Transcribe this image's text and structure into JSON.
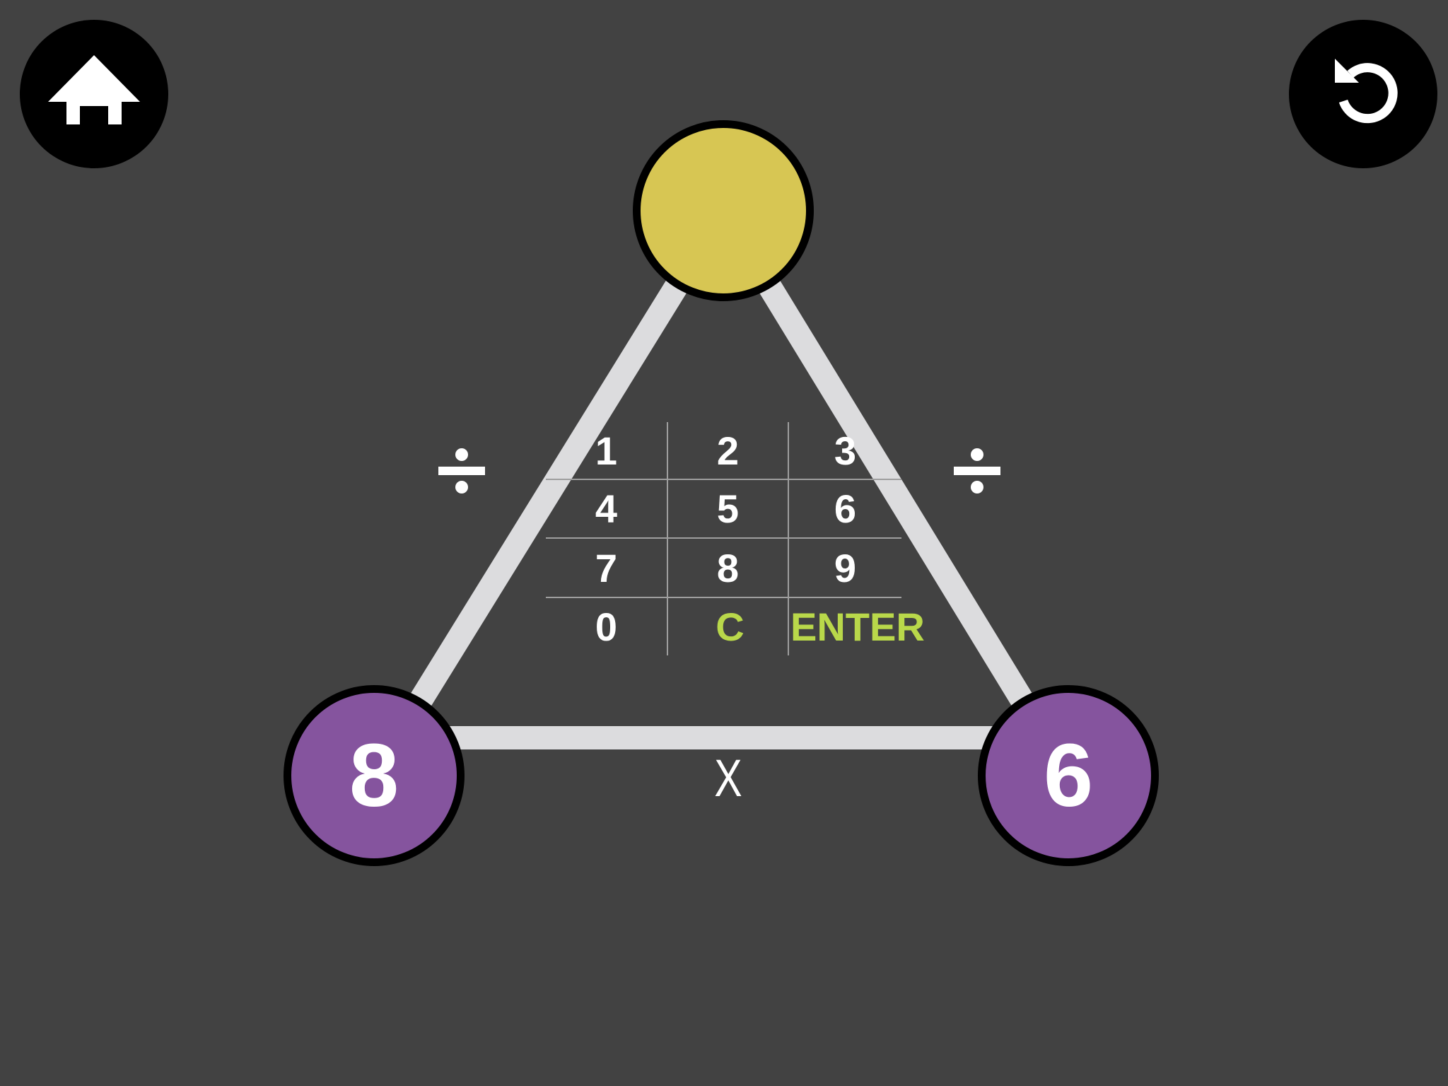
{
  "toolbar": {
    "home_icon": "house-icon",
    "reset_icon": "undo-arrow-icon"
  },
  "colors": {
    "background": "#424242",
    "edge": "#dcdcde",
    "top_node": "#d7c653",
    "bottom_node": "#85549e",
    "accent_green": "#b9d84a",
    "button_bg": "#000000",
    "grid_line": "#9e9e9e"
  },
  "triangle": {
    "top_node": {
      "value": ""
    },
    "left_node": {
      "value": "8"
    },
    "right_node": {
      "value": "6"
    },
    "left_edge_op": "÷",
    "right_edge_op": "÷",
    "bottom_edge_op": "X"
  },
  "keypad": {
    "keys": [
      "1",
      "2",
      "3",
      "4",
      "5",
      "6",
      "7",
      "8",
      "9",
      "0",
      "C",
      "ENTER"
    ]
  }
}
